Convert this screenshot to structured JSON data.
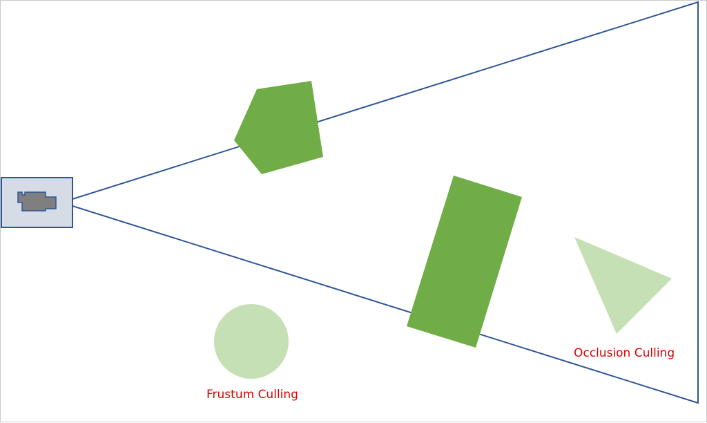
{
  "colors": {
    "frustum_line": "#2f5597",
    "visible_object": "#70ad47",
    "culled_object": "#c5e0b4",
    "camera_box_fill": "#d6dce5",
    "camera_box_stroke": "#2f5597",
    "camera_icon": "#7f7f7f",
    "label_text": "#e00000"
  },
  "objects": [
    {
      "shape": "pentagon",
      "state": "visible"
    },
    {
      "shape": "rectangle",
      "state": "visible"
    },
    {
      "shape": "circle",
      "state": "culled"
    },
    {
      "shape": "triangle",
      "state": "culled"
    }
  ],
  "icons": {
    "camera": "video-camera-icon"
  },
  "labels": {
    "frustum": "Frustum Culling",
    "occlusion": "Occlusion Culling"
  }
}
